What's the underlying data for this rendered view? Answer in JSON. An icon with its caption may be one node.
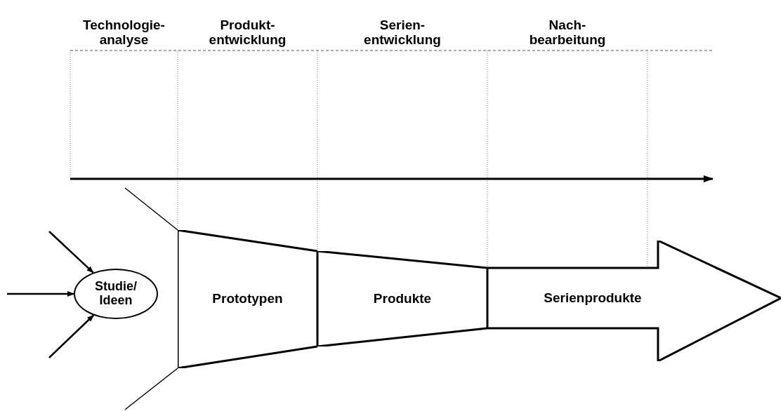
{
  "diagram": {
    "nodes": [
      {
        "text": [
          "Technologie- analyse"
        ]
      },
      {
        "text": [
          "Produkt- entwicklung"
        ]
      },
      {
        "text": [
          "Serien- entwicklung"
        ]
      },
      {
        "text": [
          "Nach- bearbeitung"
        ]
      },
      {
        "text": [
          "Studie/ Ideen"
        ]
      },
      {
        "text": [
          "Prototypen"
        ]
      },
      {
        "text": [
          "Produkte"
        ]
      },
      {
        "text": [
          "Serienprodukte"
        ]
      }
    ],
    "edges": [
      {
        "from": null,
        "to": 4,
        "arrow": "to"
      },
      {
        "from": null,
        "to": 4,
        "arrow": "to"
      },
      {
        "from": null,
        "to": 4,
        "arrow": "to"
      }
    ]
  }
}
